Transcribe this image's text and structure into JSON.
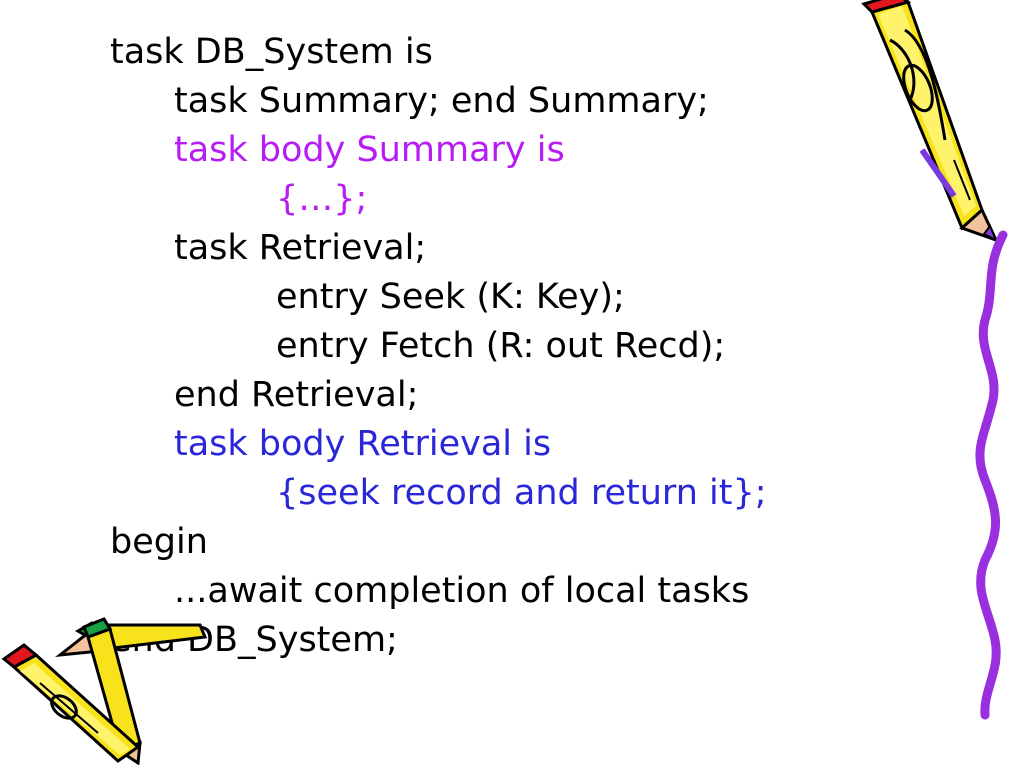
{
  "slide": {
    "lines": [
      {
        "text": "task DB_System is",
        "indent": 0,
        "color": "#000000"
      },
      {
        "text": "task Summary; end Summary;",
        "indent": 1,
        "color": "#000000"
      },
      {
        "text": "task body Summary is",
        "indent": 1,
        "color": "#b71cf5"
      },
      {
        "text": "{…};",
        "indent": 2,
        "color": "#b71cf5"
      },
      {
        "text": "task Retrieval;",
        "indent": 1,
        "color": "#000000"
      },
      {
        "text": "entry Seek (K: Key);",
        "indent": 2,
        "color": "#000000"
      },
      {
        "text": "entry Fetch (R: out Recd);",
        "indent": 2,
        "color": "#000000"
      },
      {
        "text": "end Retrieval;",
        "indent": 1,
        "color": "#000000"
      },
      {
        "text": "task body Retrieval is",
        "indent": 1,
        "color": "#2a27d9"
      },
      {
        "text": "{seek record and return it};",
        "indent": 2,
        "color": "#2a27d9"
      },
      {
        "text": "begin",
        "indent": 0,
        "color": "#000000"
      },
      {
        "text": "...await completion of local tasks",
        "indent": 1,
        "color": "#000000"
      },
      {
        "text": "end DB_System;",
        "indent": 0,
        "color": "#000000"
      }
    ]
  },
  "decorations": {
    "top_right": "pencil-clipart-icon",
    "right_edge": "squiggle-line-icon",
    "bottom_left": "pencils-clipart-icon"
  },
  "colors": {
    "text": "#000000",
    "highlight_purple": "#b71cf5",
    "highlight_blue": "#2a27d9",
    "pencil_yellow": "#f7e21b",
    "pencil_red": "#e4161f",
    "pencil_green": "#14a043",
    "squiggle_purple": "#9a2fe0"
  }
}
